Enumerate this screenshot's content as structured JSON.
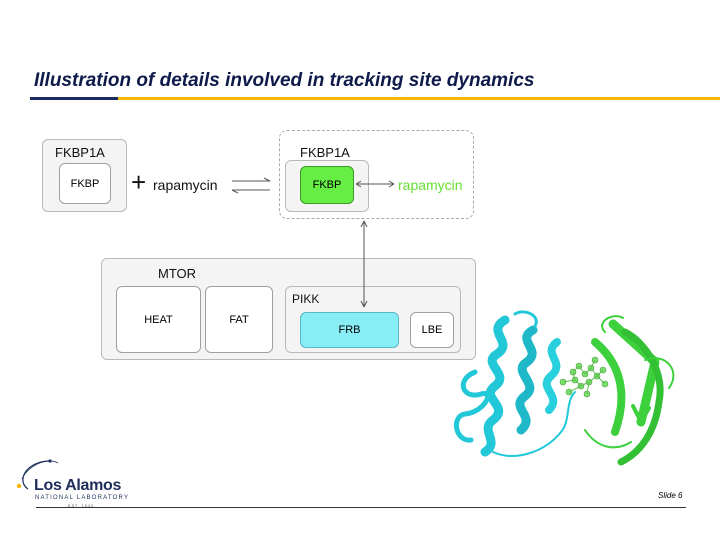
{
  "slide": {
    "title": "Illustration of details involved in tracking site dynamics",
    "slide_number": "Slide 6"
  },
  "diagram": {
    "left_group": {
      "title": "FKBP1A",
      "inner": "FKBP"
    },
    "plus": "+",
    "ligand": "rapamycin",
    "complex": {
      "title": "FKBP1A",
      "inner": "FKBP",
      "ligand": "rapamycin",
      "inner_color": "#66ee44",
      "ligand_color": "#66dd33"
    },
    "mtor": {
      "title": "MTOR",
      "heat": "HEAT",
      "fat": "FAT",
      "pikk": {
        "title": "PIKK",
        "frb": "FRB",
        "lbe": "LBE",
        "frb_color": "#88eef6"
      }
    }
  },
  "structure_colors": {
    "frb": "#22c8d8",
    "fkbp": "#3cd13c",
    "ligand": "#7ee070"
  },
  "logo": {
    "name": "Los Alamos",
    "subtitle": "NATIONAL LABORATORY",
    "established": "EST. 1943"
  }
}
